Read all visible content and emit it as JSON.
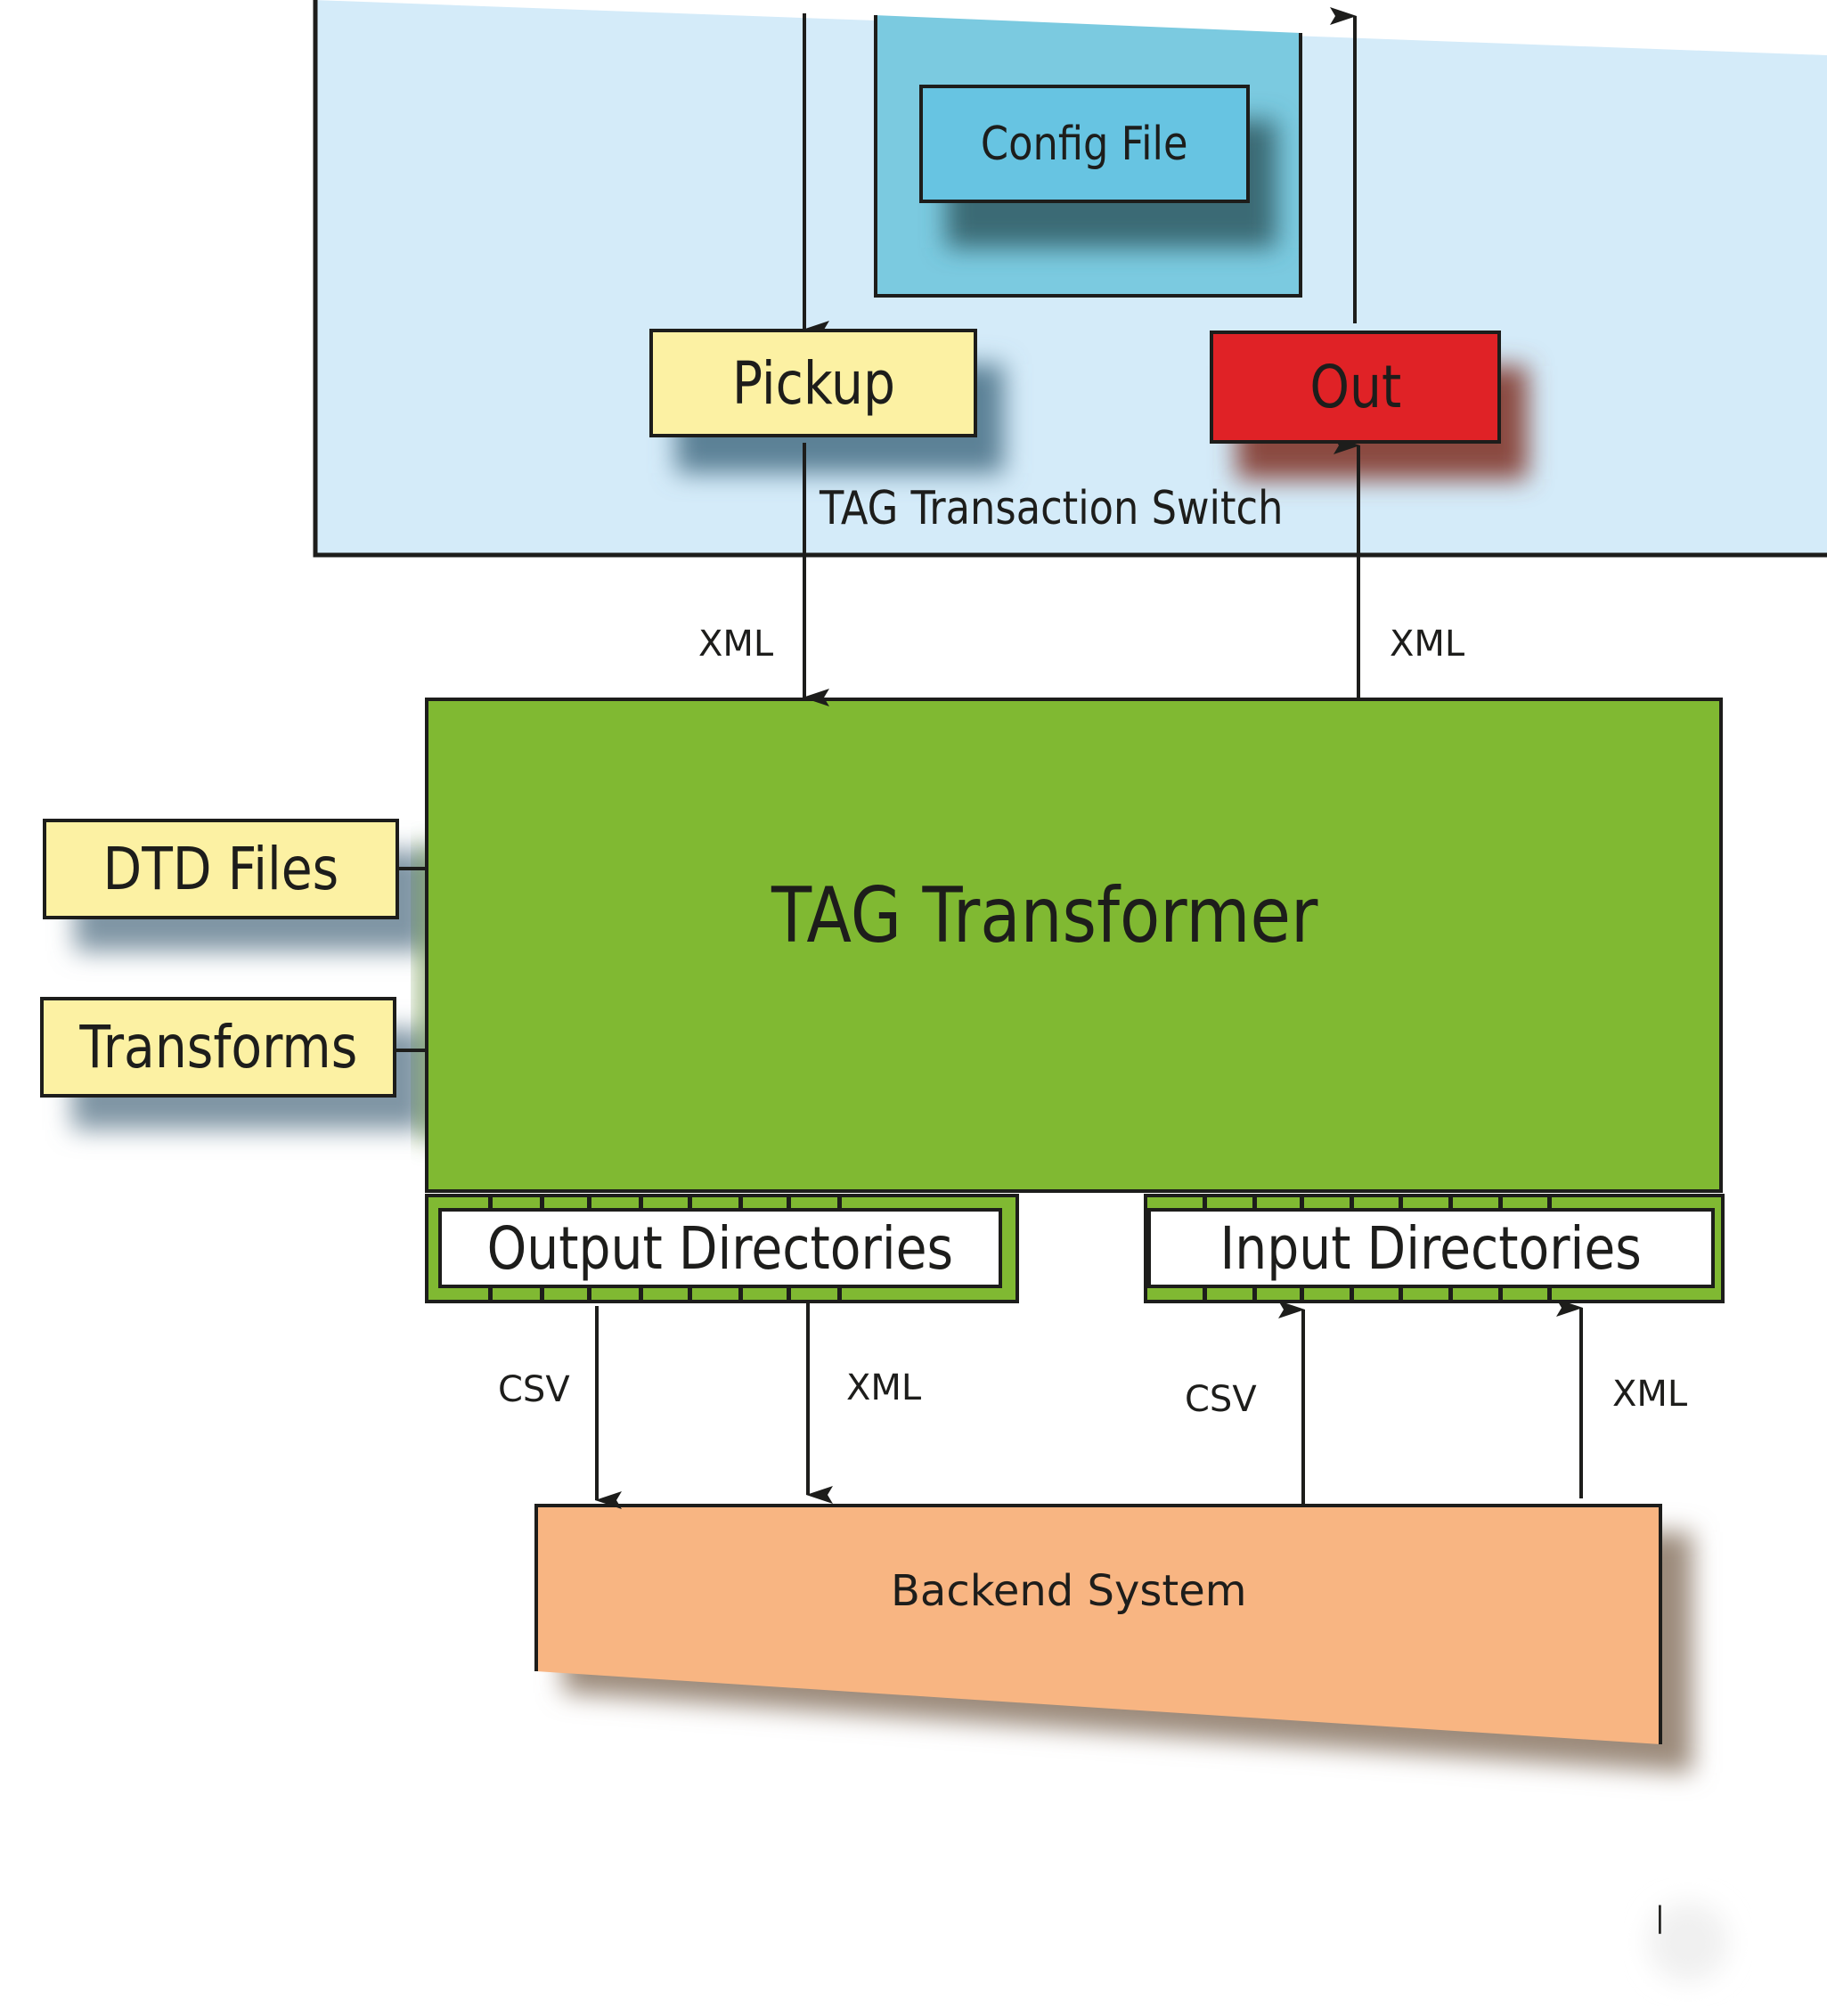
{
  "diagram": {
    "colors": {
      "switch_panel": "#d4ebf9",
      "config_area": "#7bcae0",
      "config_file": "#67c4e2",
      "pickup": "#fcf1a3",
      "out": "#e02226",
      "transformer": "#80b932",
      "side_box": "#fcf1a3",
      "backend": "#f8b582",
      "line": "#1d1d1b"
    },
    "switch": {
      "label": "TAG Transaction Switch",
      "config_file": "Config File",
      "pickup": "Pickup",
      "out": "Out"
    },
    "transformer": {
      "label": "TAG Transformer",
      "inputs": [
        {
          "label": "DTD Files"
        },
        {
          "label": "Transforms"
        }
      ],
      "output_directories": "Output Directories",
      "input_directories": "Input Directories"
    },
    "backend": {
      "label": "Backend System"
    },
    "flows": {
      "switch_to_transformer": "XML",
      "transformer_to_switch": "XML",
      "output_csv": "CSV",
      "output_xml": "XML",
      "input_csv": "CSV",
      "input_xml": "XML"
    },
    "edges": [
      {
        "from": "external",
        "to": "pickup",
        "label": ""
      },
      {
        "from": "pickup",
        "to": "transformer",
        "label": "XML"
      },
      {
        "from": "transformer",
        "to": "out",
        "label": "XML"
      },
      {
        "from": "out",
        "to": "external",
        "label": ""
      },
      {
        "from": "dtd-files",
        "to": "transformer",
        "label": ""
      },
      {
        "from": "transforms",
        "to": "transformer",
        "label": ""
      },
      {
        "from": "output-directories",
        "to": "backend",
        "label": "CSV"
      },
      {
        "from": "output-directories",
        "to": "backend",
        "label": "XML"
      },
      {
        "from": "backend",
        "to": "input-directories",
        "label": "CSV"
      },
      {
        "from": "backend",
        "to": "input-directories",
        "label": "XML"
      }
    ],
    "footer_mark": "|"
  }
}
